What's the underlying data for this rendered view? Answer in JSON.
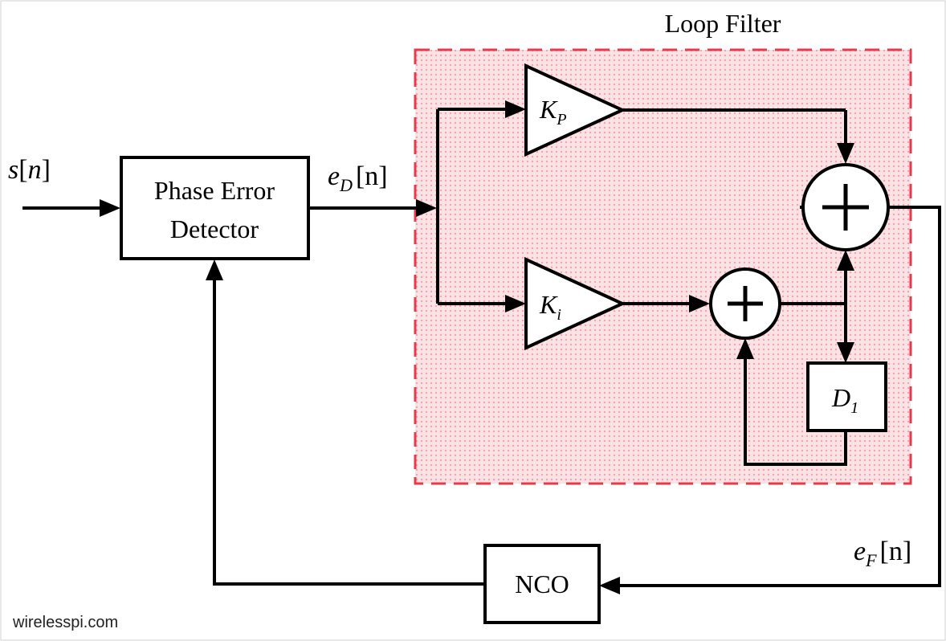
{
  "diagram": {
    "loop_filter_title": "Loop Filter",
    "phase_error_detector": {
      "line1": "Phase Error",
      "line2": "Detector"
    },
    "nco_label": "NCO",
    "input_signal": {
      "name": "s",
      "bracket_open": "[",
      "index": "n",
      "bracket_close": "]"
    },
    "error_signal": {
      "name": "e",
      "sub": "D",
      "index_text": "[n]"
    },
    "filtered_signal": {
      "name": "e",
      "sub": "F",
      "index_text": "[n]"
    },
    "proportional_gain": {
      "name": "K",
      "sub": "P"
    },
    "integral_gain": {
      "name": "K",
      "sub": "i"
    },
    "delay": {
      "name": "D",
      "sub": "1"
    },
    "watermark": "wirelesspi.com"
  },
  "colors": {
    "loop_filter_border": "#e8394a",
    "loop_filter_fill": "#f9d9dc",
    "line": "#000000",
    "background": "#ffffff"
  },
  "icons": [
    "plus-summer-icon",
    "triangle-amplifier-icon",
    "arrowhead-icon"
  ]
}
